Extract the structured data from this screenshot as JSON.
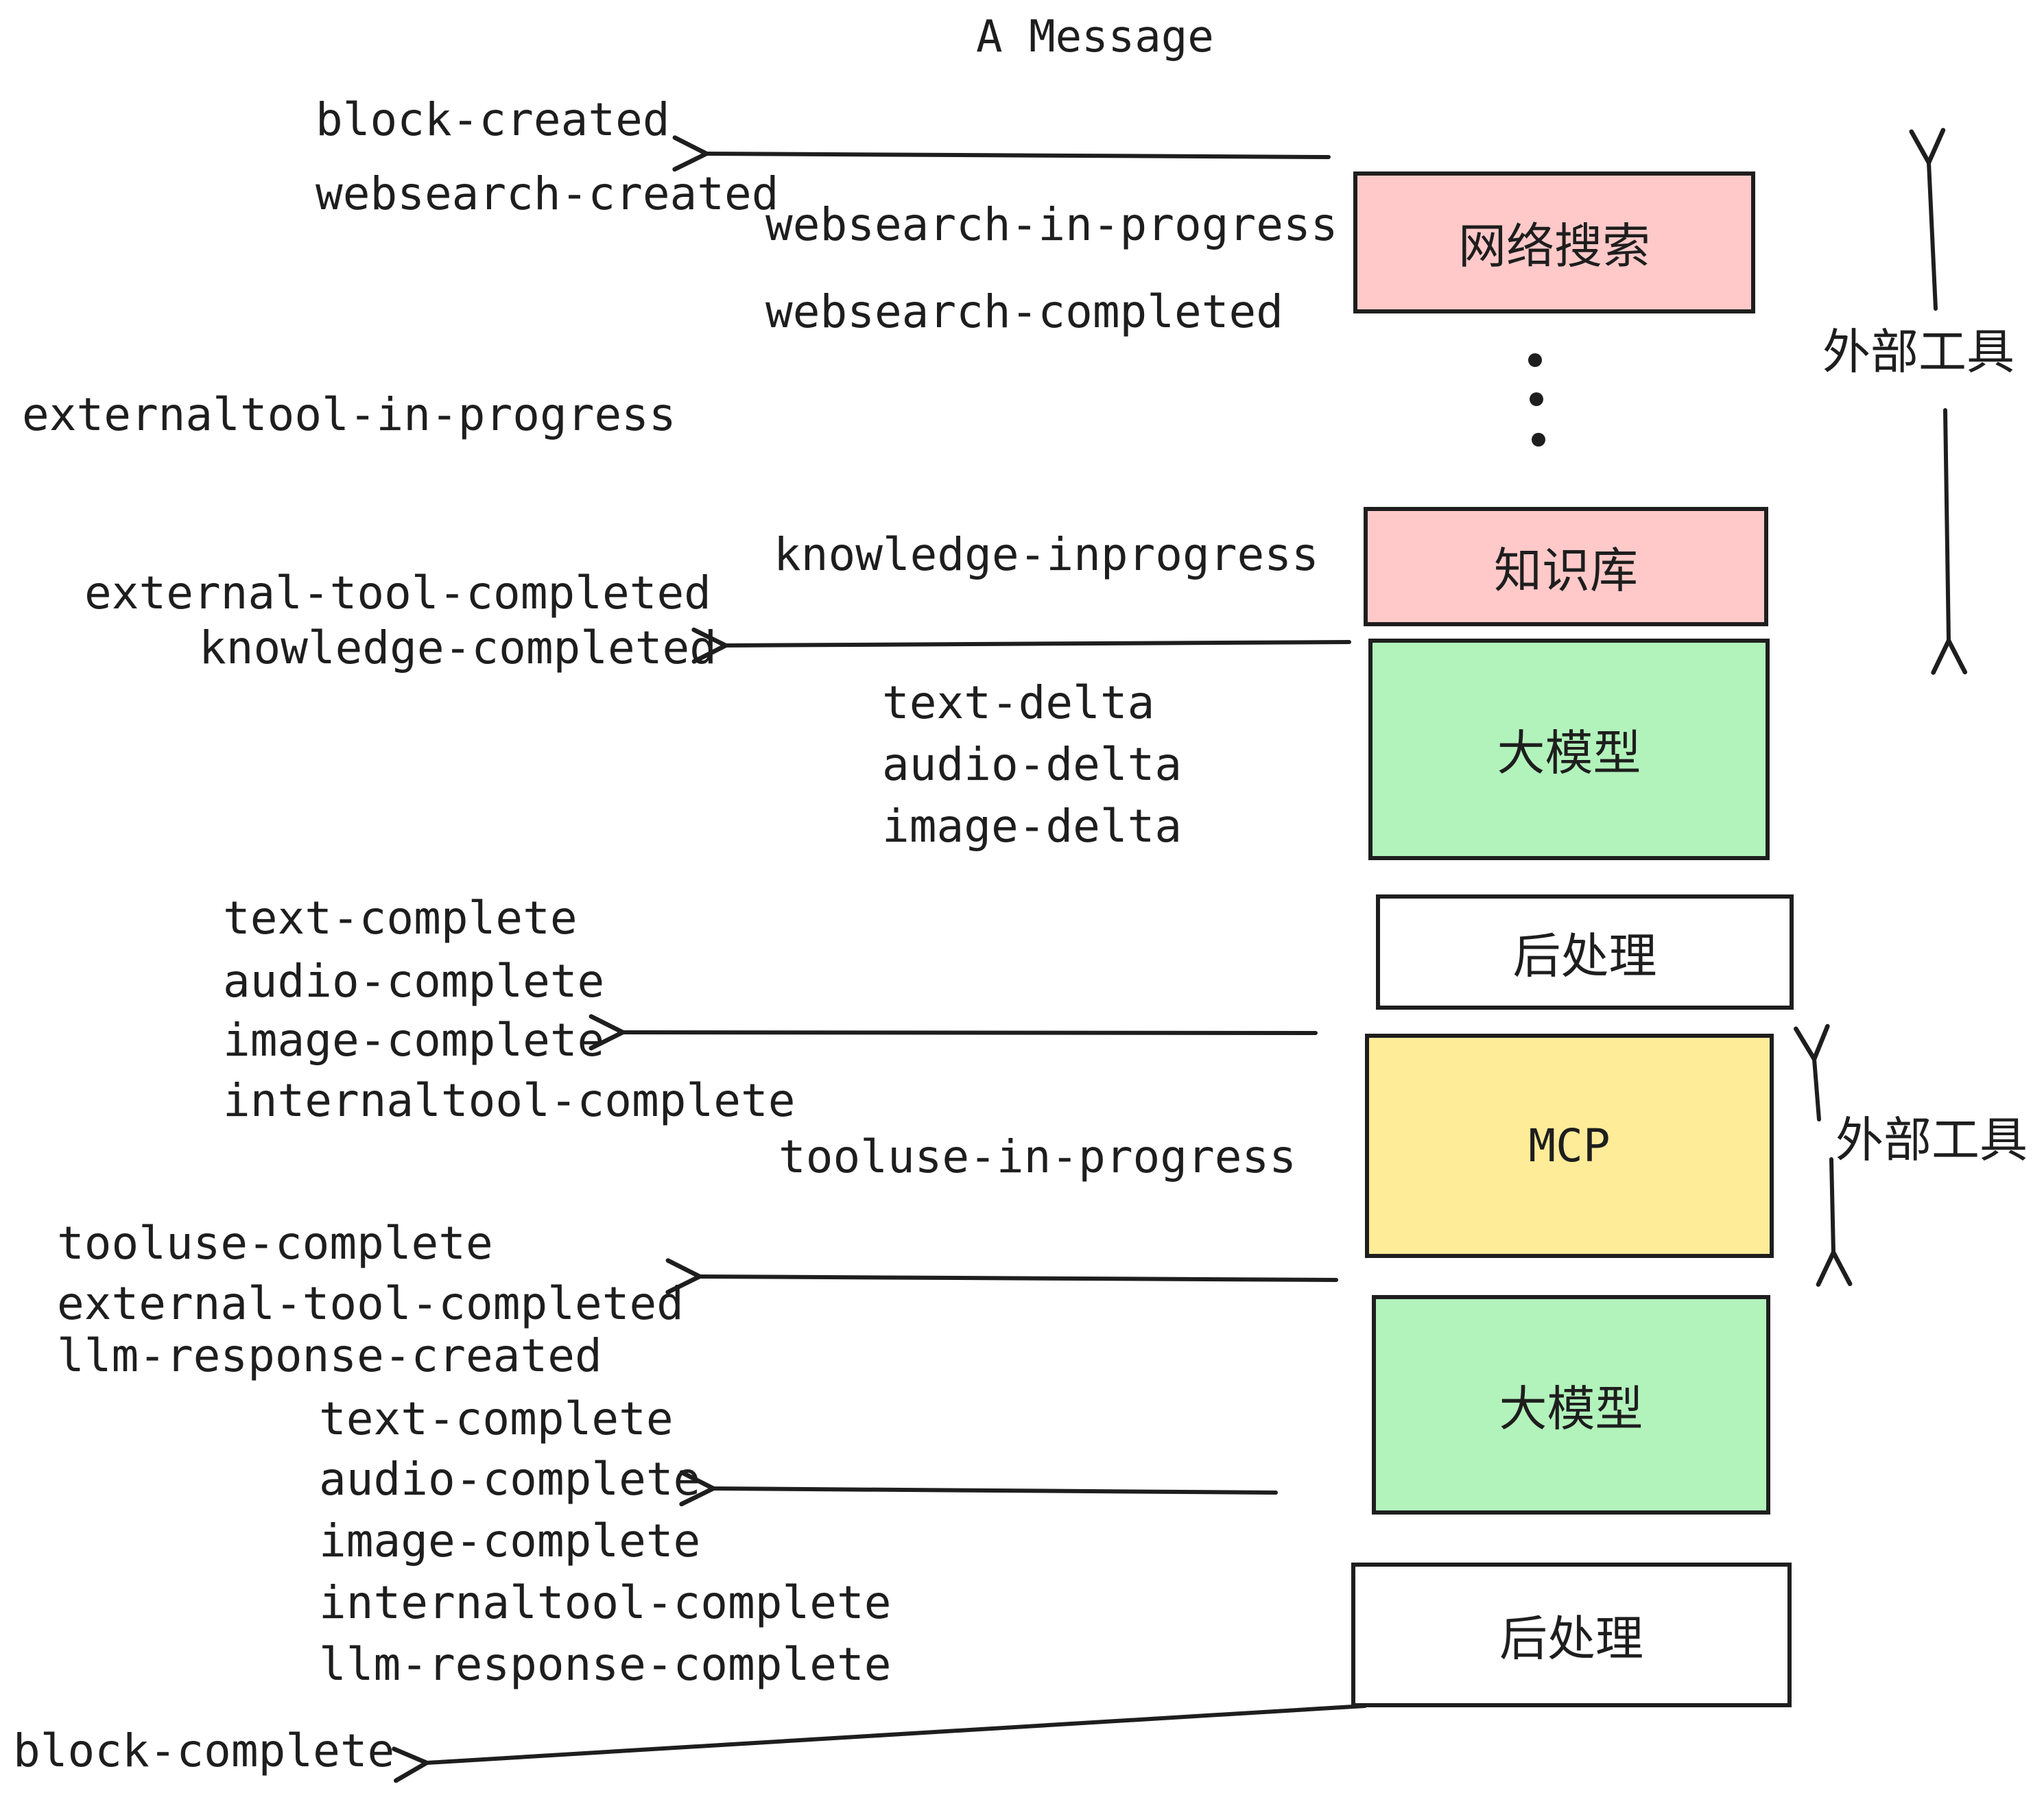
{
  "title": "A Message",
  "colors": {
    "pink": "#ffc9c9",
    "green": "#b2f2bb",
    "yellow": "#ffec99",
    "stroke": "#1e1e1e"
  },
  "boxes": {
    "websearch": "网络搜索",
    "knowledge": "知识库",
    "llm1": "大模型",
    "postprocess1": "后处理",
    "mcp": "MCP",
    "llm2": "大模型",
    "postprocess2": "后处理"
  },
  "side_labels": {
    "external_tools_top": "外部工具",
    "external_tools_bottom": "外部工具"
  },
  "events": {
    "block_created": "block-created",
    "websearch_created": "websearch-created",
    "websearch_in_progress": "websearch-in-progress",
    "websearch_completed": "websearch-completed",
    "externaltool_in_progress": "externaltool-in-progress",
    "knowledge_inprogress": "knowledge-inprogress",
    "external_tool_completed_1": "external-tool-completed",
    "knowledge_completed": "knowledge-completed",
    "text_delta_1": "text-delta",
    "audio_delta_1": "audio-delta",
    "image_delta_1": "image-delta",
    "text_complete_1": "text-complete",
    "audio_complete_1": "audio-complete",
    "image_complete_1": "image-complete",
    "internaltool_complete_1": "internaltool-complete",
    "tooluse_in_progress": "tooluse-in-progress",
    "tooluse_complete": "tooluse-complete",
    "external_tool_completed_2": "external-tool-completed",
    "llm_response_created": "llm-response-created",
    "text_complete_2": "text-complete",
    "audio_complete_2": "audio-complete",
    "image_complete_2": "image-complete",
    "internaltool_complete_2": "internaltool-complete",
    "llm_response_complete": "llm-response-complete",
    "block_complete": "block-complete"
  }
}
